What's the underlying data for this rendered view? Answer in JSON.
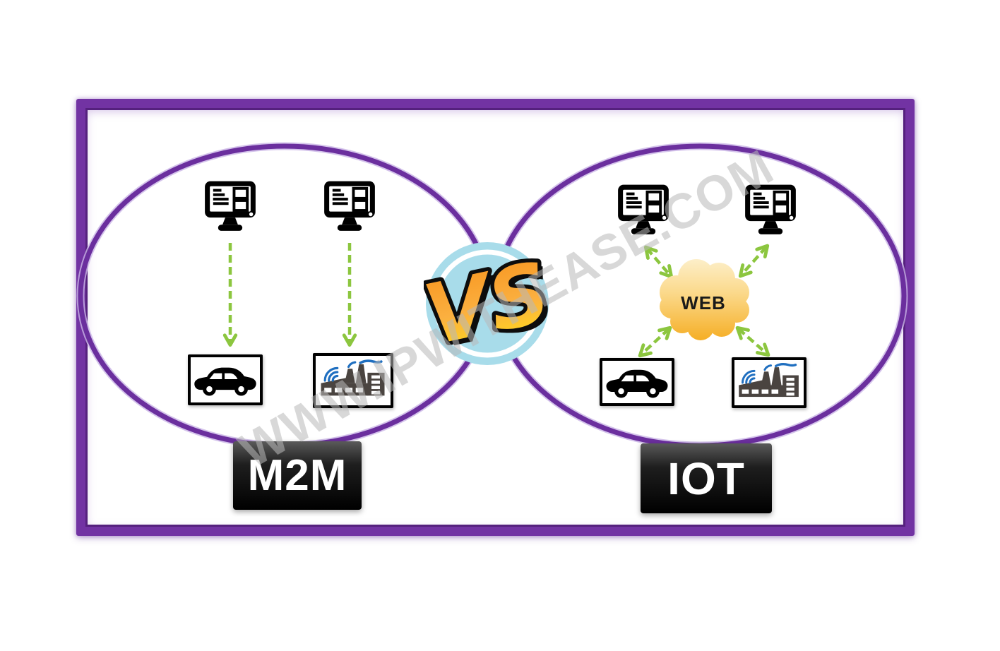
{
  "watermark": {
    "text": "WWW.IPWITHEASE.COM"
  },
  "versus_badge": {
    "label": "VS"
  },
  "left_group": {
    "title": "M2M",
    "top_icons": [
      "computer-icon",
      "computer-icon"
    ],
    "bottom_icons": [
      "car-icon",
      "smart-factory-icon"
    ],
    "link_style": "one-way vertical dashed green arrows"
  },
  "right_group": {
    "title": "IOT",
    "cloud_label": "WEB",
    "top_icons": [
      "computer-icon",
      "computer-icon"
    ],
    "bottom_icons": [
      "car-icon",
      "smart-factory-icon"
    ],
    "link_style": "two-way diagonal dashed green arrows through web cloud"
  },
  "colors": {
    "frame_purple": "#7233a3",
    "ellipse_purple": "#6b2f9e",
    "arrow_green": "#8cc63f",
    "cloud_yellow_top": "#fdf2d2",
    "cloud_yellow_bottom": "#f5ae25",
    "vs_circle_blue": "#a8dcea",
    "vs_letter_orange": "#f7941e",
    "vs_letter_yellow": "#ffde17",
    "label_box_black": "#000000",
    "factory_body": "#4a4440",
    "factory_blue": "#1f6fc0"
  }
}
